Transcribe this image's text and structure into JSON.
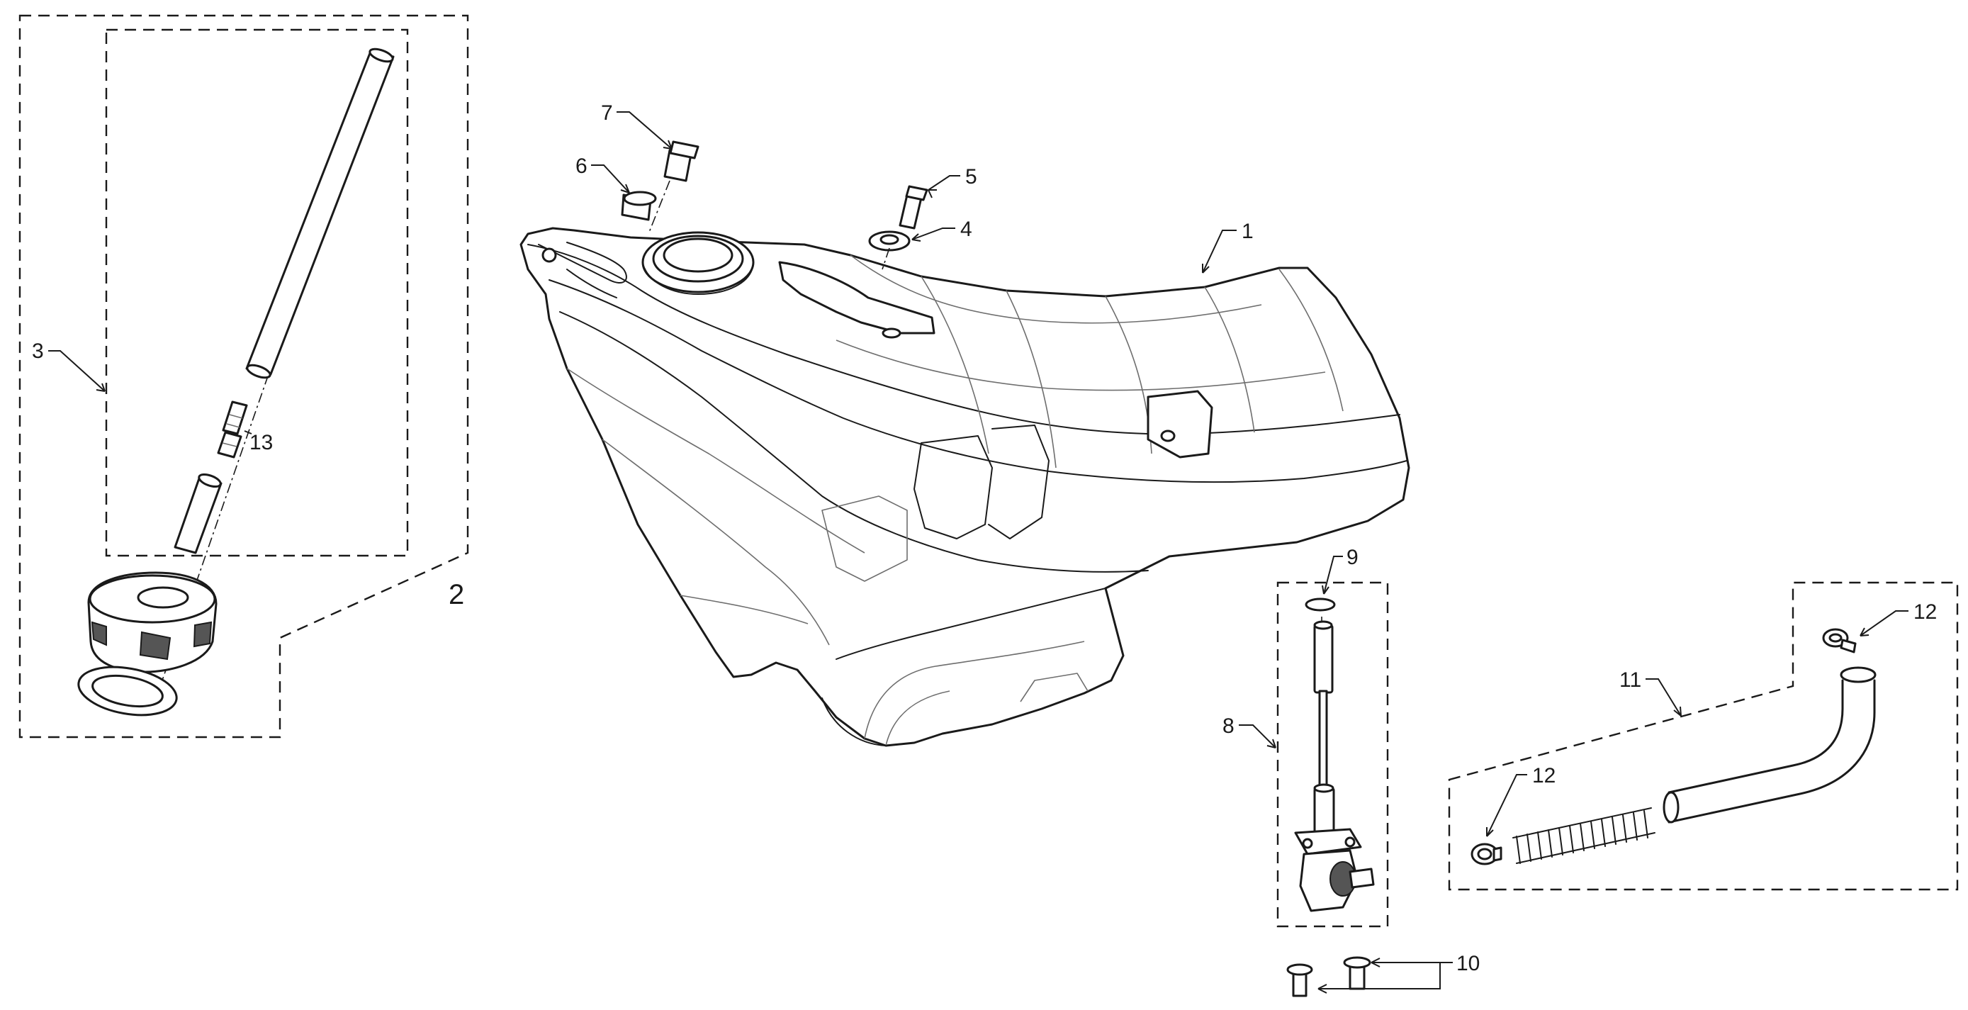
{
  "callouts": {
    "c1": "1",
    "c2": "2",
    "c3": "3",
    "c4": "4",
    "c5": "5",
    "c6": "6",
    "c7": "7",
    "c8": "8",
    "c9": "9",
    "c10": "10",
    "c11": "11",
    "c12a": "12",
    "c12b": "12",
    "c13": "13"
  },
  "parts": [
    {
      "ref": "1",
      "icon": "fuel-tank-icon"
    },
    {
      "ref": "2",
      "icon": "filler-cap-assembly-icon"
    },
    {
      "ref": "3",
      "icon": "breather-pipe-assembly-icon"
    },
    {
      "ref": "4",
      "icon": "grommet-icon"
    },
    {
      "ref": "5",
      "icon": "bolt-icon"
    },
    {
      "ref": "6",
      "icon": "grommet-icon"
    },
    {
      "ref": "7",
      "icon": "bolt-icon"
    },
    {
      "ref": "8",
      "icon": "fuel-tap-icon"
    },
    {
      "ref": "9",
      "icon": "o-ring-icon"
    },
    {
      "ref": "10",
      "icon": "screw-icon"
    },
    {
      "ref": "11",
      "icon": "fuel-hose-assembly-icon"
    },
    {
      "ref": "12",
      "icon": "hose-clip-icon"
    },
    {
      "ref": "13",
      "icon": "connector-icon"
    }
  ]
}
